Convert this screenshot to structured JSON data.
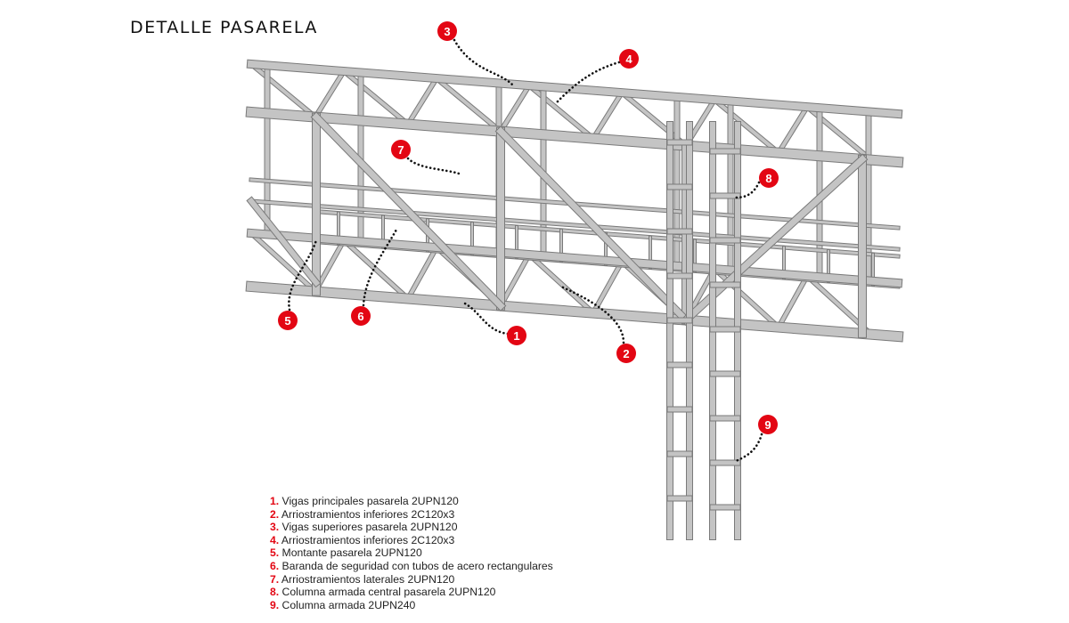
{
  "title": "DETALLE PASARELA",
  "markers": [
    "1",
    "2",
    "3",
    "4",
    "5",
    "6",
    "7",
    "8",
    "9"
  ],
  "legend": [
    {
      "num": "1.",
      "text": "Vigas principales pasarela 2UPN120"
    },
    {
      "num": "2.",
      "text": "Arriostramientos inferiores 2C120x3"
    },
    {
      "num": "3.",
      "text": "Vigas superiores pasarela 2UPN120"
    },
    {
      "num": "4.",
      "text": "Arriostramientos inferiores 2C120x3"
    },
    {
      "num": "5.",
      "text": "Montante pasarela 2UPN120"
    },
    {
      "num": "6.",
      "text": "Baranda de seguridad con tubos de acero rectangulares"
    },
    {
      "num": "7.",
      "text": "Arriostramientos laterales 2UPN120"
    },
    {
      "num": "8.",
      "text": "Columna armada central pasarela 2UPN120"
    },
    {
      "num": "9.",
      "text": "Columna armada 2UPN240"
    }
  ],
  "colors": {
    "marker": "#e30613",
    "steel": "#c4c4c4",
    "steel_edge": "#7a7a7a"
  }
}
